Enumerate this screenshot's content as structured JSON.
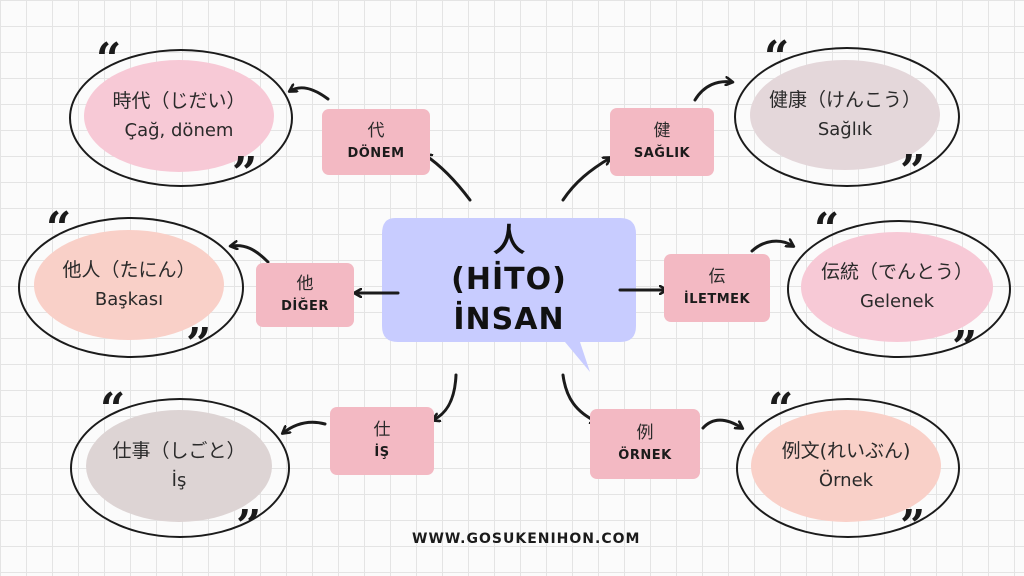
{
  "colors": {
    "center_bubble": "#c8ccff",
    "tag_pink": "#f3b9c3",
    "blob_pink_light": "#f7c9d6",
    "blob_mauve": "#e4d7da",
    "blob_peach": "#f9d0c8",
    "blob_gray": "#ddd4d4",
    "ink": "#1b1b1b",
    "grid": "#e4e4e4"
  },
  "center": {
    "kanji": "人",
    "reading": "(HİTO)",
    "meaning": "İNSAN"
  },
  "branches": {
    "top_left": {
      "tag_kanji": "代",
      "tag_word": "DÖNEM",
      "jp": "時代（じだい）",
      "tr": "Çağ, dönem"
    },
    "mid_left": {
      "tag_kanji": "他",
      "tag_word": "DİĞER",
      "jp": "他人（たにん）",
      "tr": "Başkası"
    },
    "bottom_left": {
      "tag_kanji": "仕",
      "tag_word": "İŞ",
      "jp": "仕事（しごと）",
      "tr": "İş"
    },
    "top_right": {
      "tag_kanji": "健",
      "tag_word": "SAĞLIK",
      "jp": "健康（けんこう）",
      "tr": "Sağlık"
    },
    "mid_right": {
      "tag_kanji": "伝",
      "tag_word": "İLETMEK",
      "jp": "伝統（でんとう）",
      "tr": "Gelenek"
    },
    "bottom_right": {
      "tag_kanji": "例",
      "tag_word": "ÖRNEK",
      "jp": "例文(れいぶん)",
      "tr": "Örnek"
    }
  },
  "icons": {
    "quote_open": "“",
    "quote_close": "”",
    "arrow": "arrow-icon"
  },
  "footer": {
    "url": "WWW.GOSUKENIHON.COM"
  }
}
